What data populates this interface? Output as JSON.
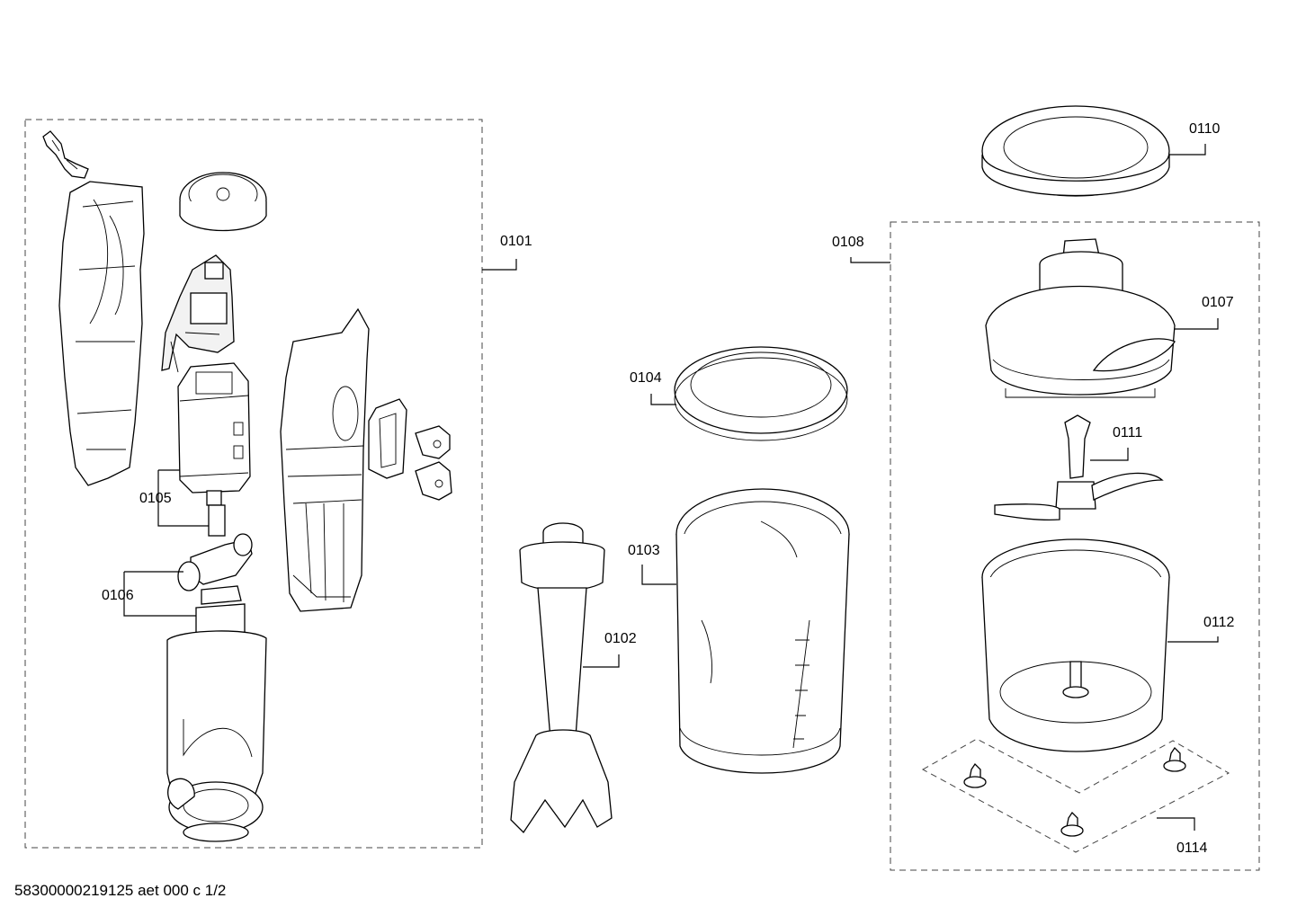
{
  "labels": {
    "p0101": "0101",
    "p0102": "0102",
    "p0103": "0103",
    "p0104": "0104",
    "p0105": "0105",
    "p0106": "0106",
    "p0107": "0107",
    "p0108": "0108",
    "p0110": "0110",
    "p0111": "0111",
    "p0112": "0112",
    "p0114": "0114"
  },
  "footer": {
    "text": "58300000219125 aet 000 c 1/2"
  }
}
